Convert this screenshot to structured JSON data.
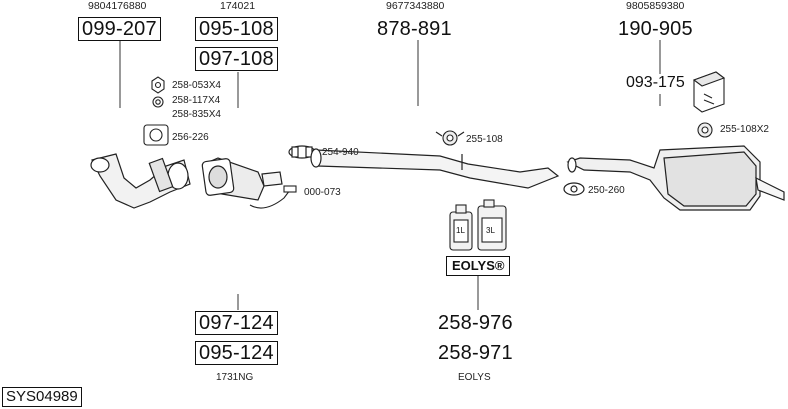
{
  "oem_refs": [
    "9804176880",
    "174021",
    "9677343880",
    "9805859380"
  ],
  "parts_boxed": [
    "099-207",
    "095-108",
    "097-108",
    "097-124",
    "095-124"
  ],
  "parts_plain": [
    "878-891",
    "190-905",
    "093-175",
    "258-976",
    "258-971"
  ],
  "small_labels": [
    "258-053X4",
    "258-117X4",
    "258-835X4",
    "256-226",
    "254-940",
    "000-073",
    "255-108",
    "250-260",
    "255-108X2"
  ],
  "bottom_labels": [
    "1731NG",
    "EOLYS"
  ],
  "fluid_labels": [
    "1L",
    "3L"
  ],
  "eolys_brand": "EOLYS®",
  "system_code": "SYS04989"
}
